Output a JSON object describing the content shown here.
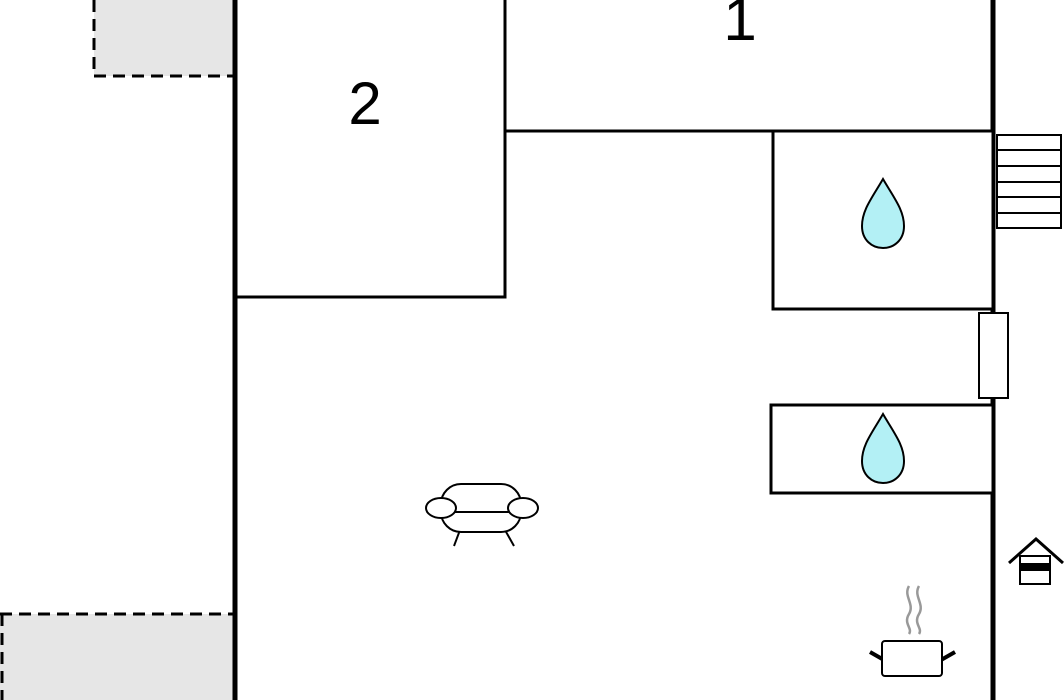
{
  "floorplan": {
    "rooms": [
      {
        "number": "1",
        "kind": "bedroom"
      },
      {
        "number": "2",
        "kind": "bedroom"
      }
    ],
    "bathrooms": [
      {
        "icon": "water-drop-icon"
      },
      {
        "icon": "water-drop-icon"
      }
    ],
    "living_room": {
      "icon": "sofa-icon"
    },
    "kitchen": {
      "icon": "cooking-pot-icon"
    },
    "entrance": {
      "icon": "house-entrance-icon"
    },
    "outdoor_areas": [
      {
        "kind": "terrace",
        "style": "dashed-gray"
      },
      {
        "kind": "terrace",
        "style": "dashed-gray"
      }
    ],
    "stairs": {
      "icon": "stairs-icon"
    },
    "window": {
      "icon": "window-icon"
    },
    "colors": {
      "wall": "#000000",
      "water": "#b3f0f5",
      "terrace_fill": "#e6e6e6"
    }
  }
}
